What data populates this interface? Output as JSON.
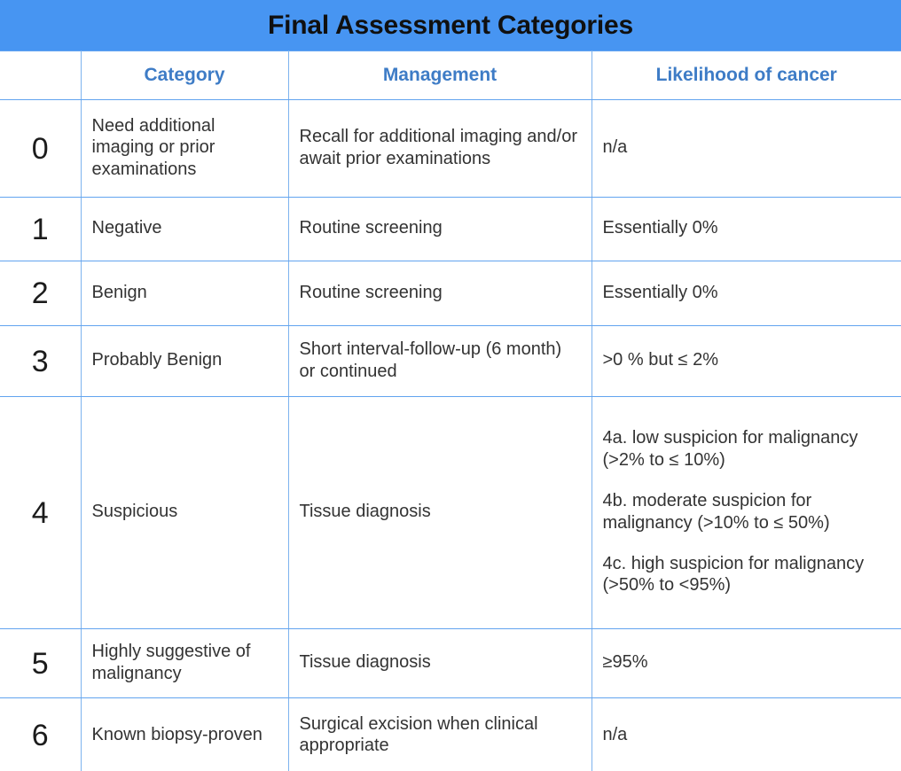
{
  "title": "Final Assessment Categories",
  "accent": {
    "title_bar_bg": "#4795f2",
    "title_text": "#101010",
    "header_text": "#3e7cc6",
    "grid_line": "#7db3ee",
    "body_text": "#333333"
  },
  "columns": {
    "number": "",
    "category": "Category",
    "management": "Management",
    "likelihood": "Likelihood of cancer"
  },
  "rows": [
    {
      "number": "0",
      "category": "Need additional imaging or prior examinations",
      "management": "Recall for additional imaging and/or await prior examinations",
      "likelihood": "n/a",
      "likelihood_items": []
    },
    {
      "number": "1",
      "category": "Negative",
      "management": "Routine screening",
      "likelihood": "Essentially 0%",
      "likelihood_items": []
    },
    {
      "number": "2",
      "category": "Benign",
      "management": "Routine screening",
      "likelihood": "Essentially 0%",
      "likelihood_items": []
    },
    {
      "number": "3",
      "category": "Probably Benign",
      "management": "Short interval-follow-up (6 month) or continued",
      "likelihood": ">0 % but ≤ 2%",
      "likelihood_items": []
    },
    {
      "number": "4",
      "category": "Suspicious",
      "management": "Tissue diagnosis",
      "likelihood": "",
      "likelihood_items": [
        "4a. low suspicion for malignancy (>2% to ≤ 10%)",
        "4b. moderate suspicion for malignancy (>10% to ≤ 50%)",
        "4c. high suspicion for malignancy (>50% to <95%)"
      ]
    },
    {
      "number": "5",
      "category": "Highly suggestive of malignancy",
      "management": "Tissue diagnosis",
      "likelihood": "≥95%",
      "likelihood_items": []
    },
    {
      "number": "6",
      "category": "Known biopsy-proven",
      "management": "Surgical excision when clinical appropriate",
      "likelihood": "n/a",
      "likelihood_items": []
    }
  ]
}
